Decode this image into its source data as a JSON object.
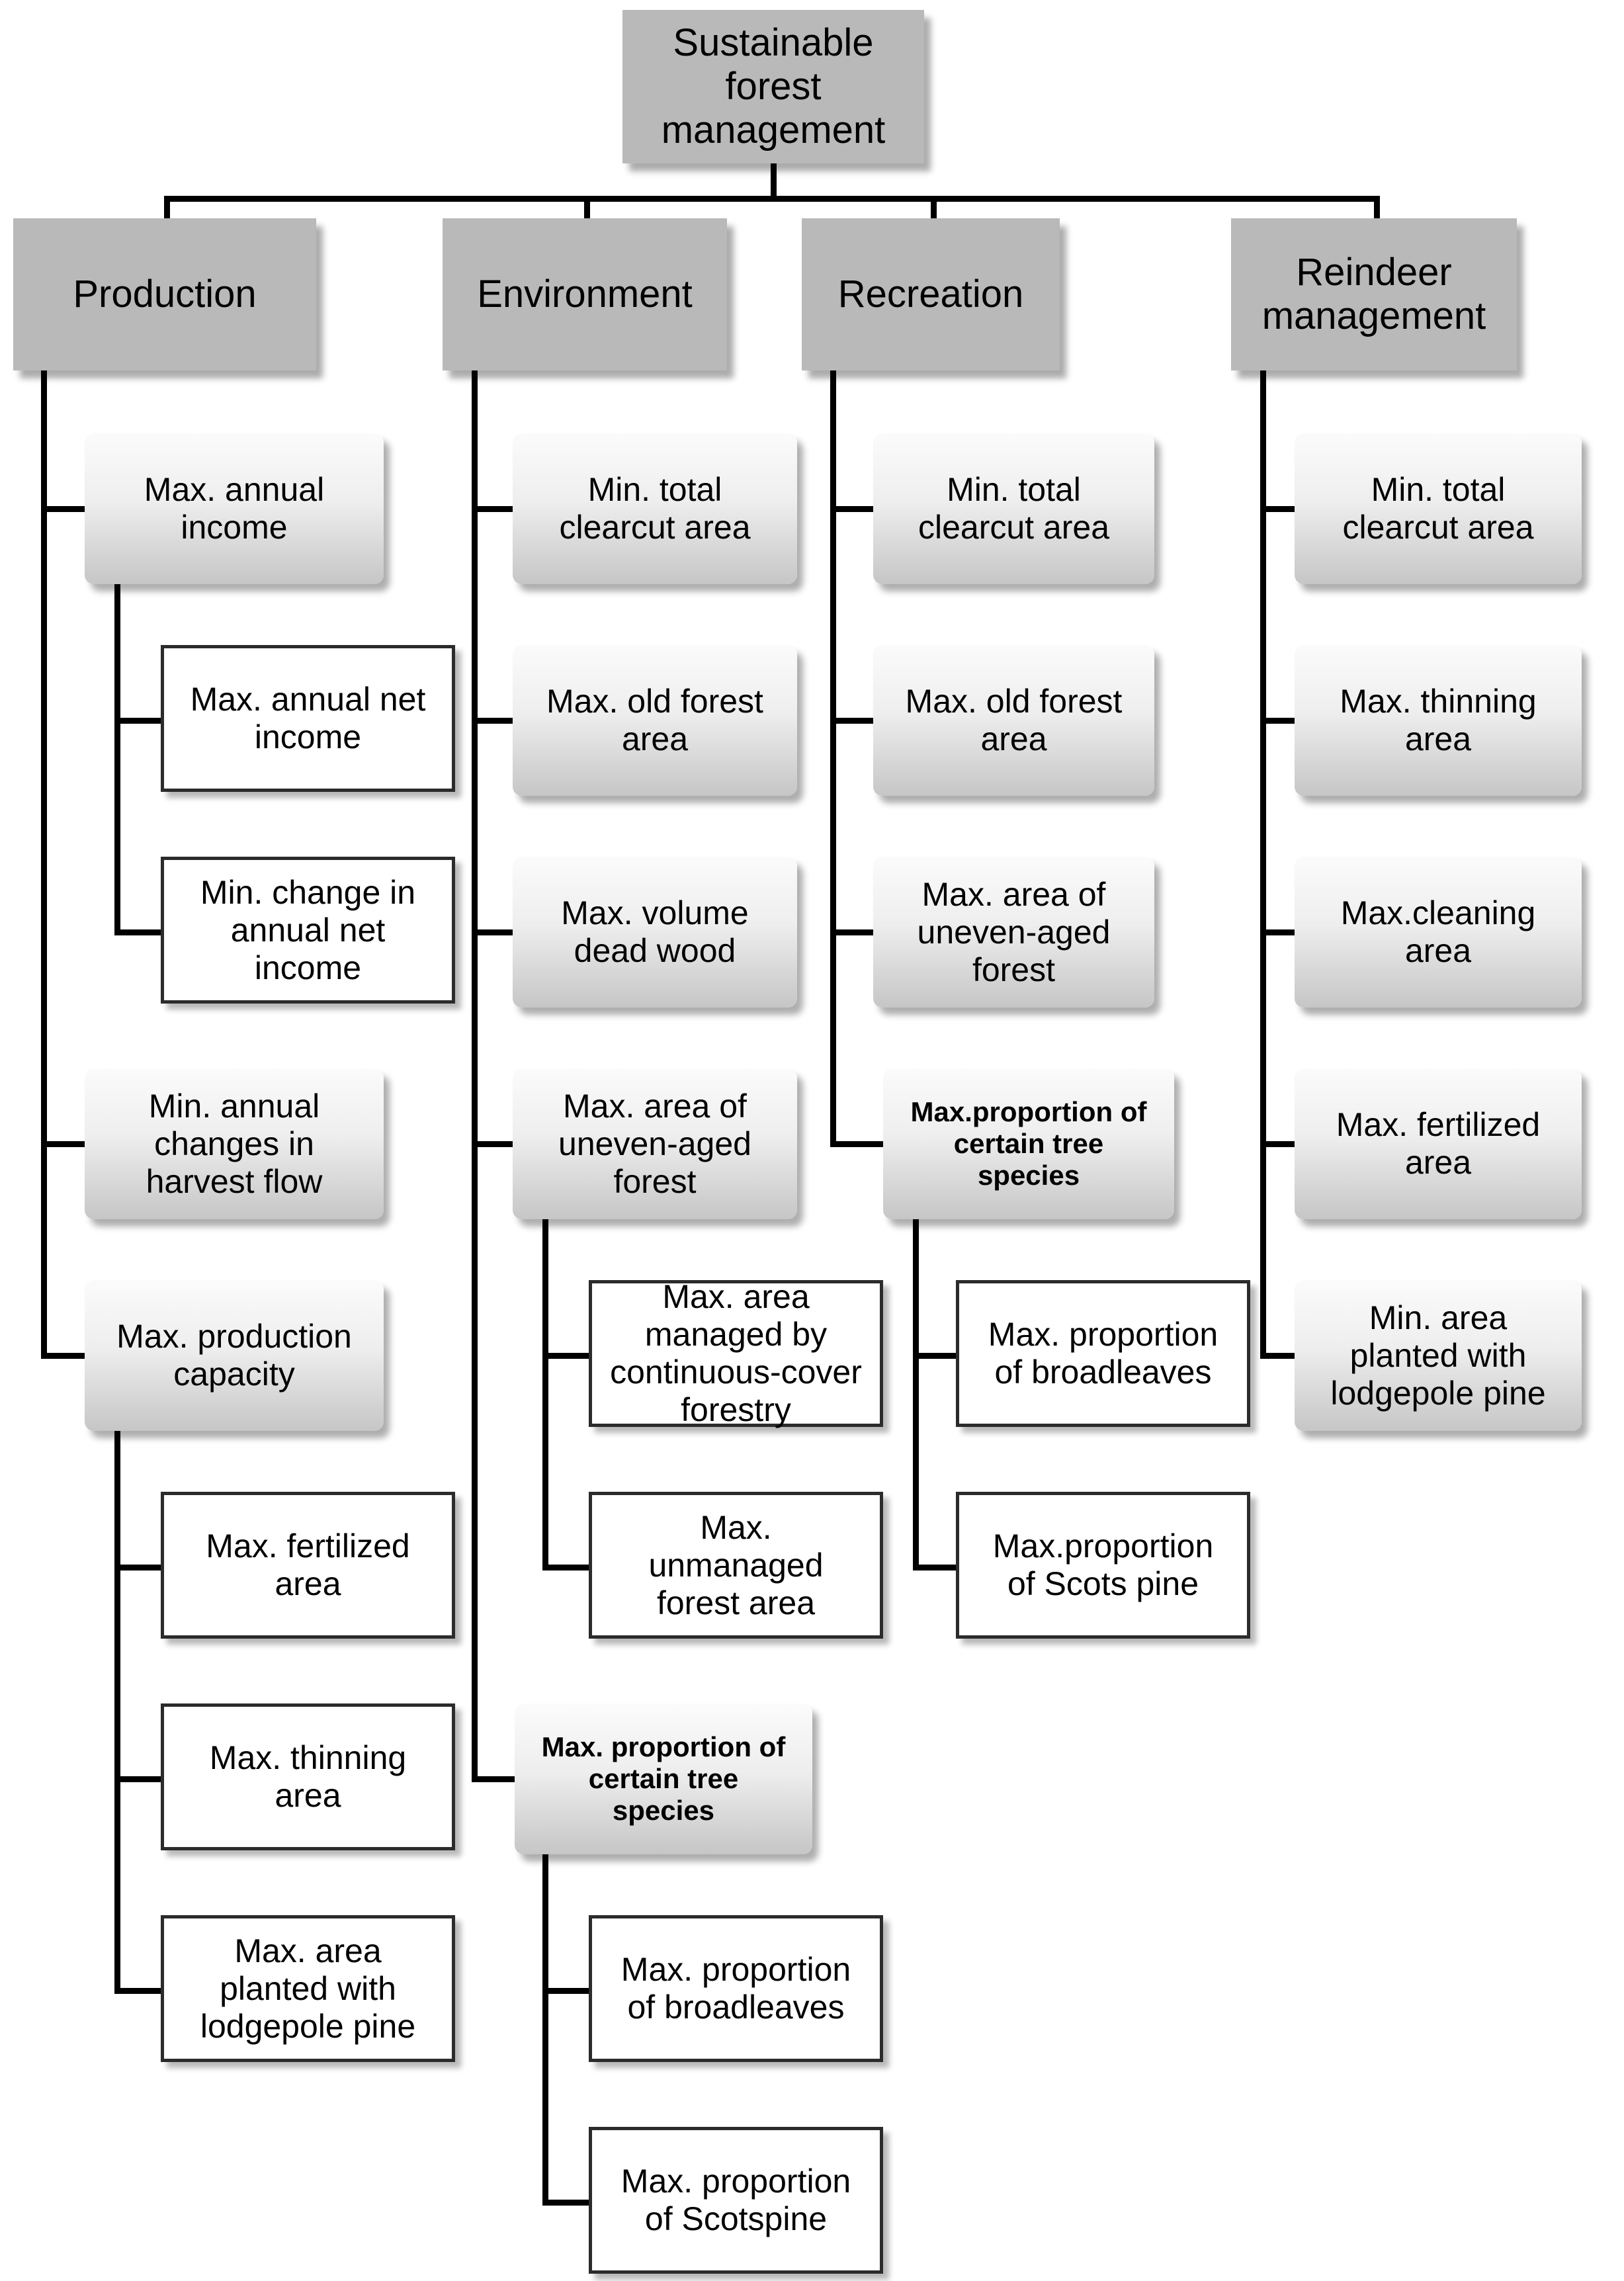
{
  "colors": {
    "header_fill": "#b9b9b9",
    "gradient_top": "#fbfbfb",
    "gradient_bottom": "#c6c6c6",
    "white_fill": "#ffffff",
    "box_border": "#2b2b2b",
    "connector_line": "#000000",
    "text": "#000000"
  },
  "tree": {
    "label": "Sustainable\nforest\nmanagement",
    "children": [
      {
        "label": "Production",
        "children": [
          {
            "label": "Max. annual\nincome",
            "children": [
              {
                "label": "Max. annual net\nincome"
              },
              {
                "label": "Min. change in\nannual net\nincome"
              }
            ]
          },
          {
            "label": "Min. annual\nchanges in\nharvest flow"
          },
          {
            "label": "Max. production\ncapacity",
            "children": [
              {
                "label": "Max. fertilized\narea"
              },
              {
                "label": "Max. thinning\narea"
              },
              {
                "label": "Max. area\nplanted with\nlodgepole pine"
              }
            ]
          }
        ]
      },
      {
        "label": "Environment",
        "children": [
          {
            "label": "Min. total\nclearcut area"
          },
          {
            "label": "Max. old forest\narea"
          },
          {
            "label": "Max. volume\ndead wood"
          },
          {
            "label": "Max. area of\nuneven-aged\nforest",
            "children": [
              {
                "label": "Max. area\nmanaged by\ncontinuous-cover\nforestry"
              },
              {
                "label": "Max.\nunmanaged\nforest area"
              }
            ]
          },
          {
            "label": "Max. proportion of\ncertain tree\nspecies",
            "children": [
              {
                "label": "Max. proportion\nof broadleaves"
              },
              {
                "label": "Max. proportion\nof  Scotspine"
              }
            ]
          }
        ]
      },
      {
        "label": "Recreation",
        "children": [
          {
            "label": "Min. total\nclearcut area"
          },
          {
            "label": "Max. old forest\narea"
          },
          {
            "label": "Max. area of\nuneven-aged\nforest"
          },
          {
            "label": "Max.proportion of\ncertain tree\nspecies",
            "children": [
              {
                "label": "Max. proportion\nof broadleaves"
              },
              {
                "label": "Max.proportion\nof  Scots pine"
              }
            ]
          }
        ]
      },
      {
        "label": "Reindeer\nmanagement",
        "children": [
          {
            "label": "Min. total\nclearcut area"
          },
          {
            "label": "Max. thinning\narea"
          },
          {
            "label": "Max.cleaning\narea"
          },
          {
            "label": "Max. fertilized\narea"
          },
          {
            "label": "Min. area\nplanted with\nlodgepole pine"
          }
        ]
      }
    ]
  }
}
